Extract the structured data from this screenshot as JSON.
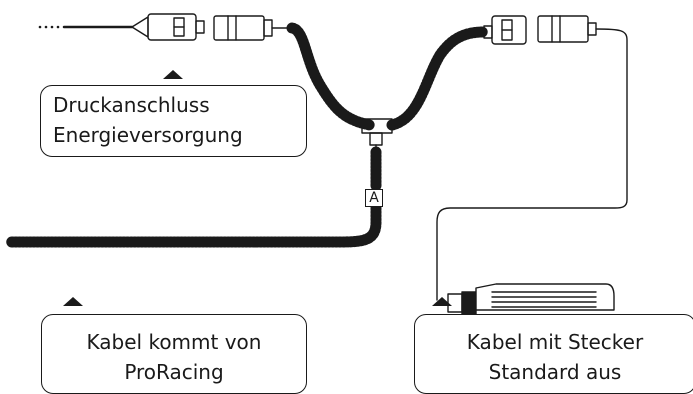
{
  "callouts": {
    "top": {
      "line1": "Druckanschluss",
      "line2": "Energieversorgung"
    },
    "bottom_left": {
      "line1": "Kabel kommt von",
      "line2": "ProRacing"
    },
    "bottom_right": {
      "line1": "Kabel mit Stecker",
      "line2": "Standard aus"
    }
  },
  "junction_label": "A",
  "colors": {
    "stroke": "#1a1a1a",
    "background": "#ffffff"
  }
}
